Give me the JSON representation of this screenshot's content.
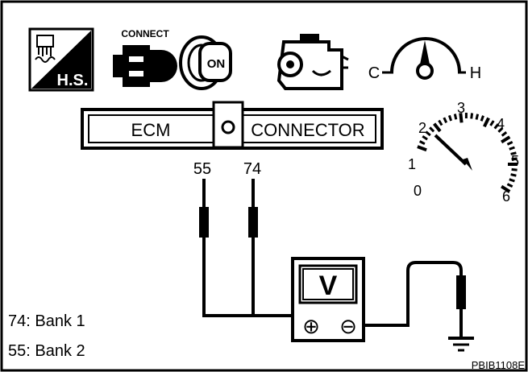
{
  "icons": {
    "hot_soak": {
      "name": "hot-soak-icon",
      "label": "H.S."
    },
    "connect": {
      "name": "connector-icon",
      "label": "CONNECT"
    },
    "ignition": {
      "name": "ignition-key-icon",
      "label": "ON"
    },
    "engine": {
      "name": "engine-running-icon"
    },
    "temp_gauge": {
      "name": "temperature-gauge-icon",
      "cold": "C",
      "hot": "H"
    }
  },
  "connector": {
    "left_label": "ECM",
    "right_label": "CONNECTOR"
  },
  "terminals": [
    "55",
    "74"
  ],
  "tachometer": {
    "scale": [
      "0",
      "1",
      "2",
      "3",
      "4",
      "5",
      "6"
    ]
  },
  "voltmeter": {
    "label": "V",
    "positive": "⊕",
    "negative": "⊖"
  },
  "legend": [
    {
      "terminal": "74",
      "text": "74: Bank 1"
    },
    {
      "terminal": "55",
      "text": "55: Bank 2"
    }
  ],
  "figure_id": "PBIB1108E",
  "colors": {
    "ink": "#000000",
    "background": "#ffffff"
  }
}
